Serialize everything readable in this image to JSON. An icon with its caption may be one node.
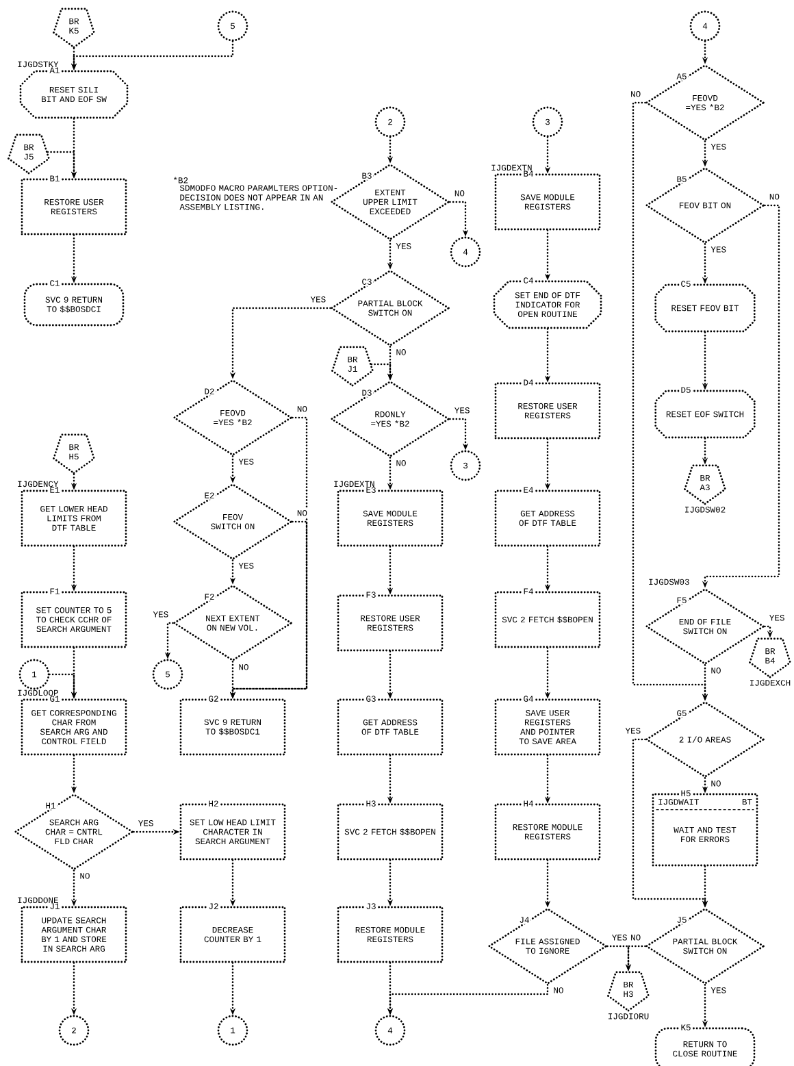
{
  "diagram": {
    "nodes": [
      {
        "text": [
          "BR",
          "K5"
        ]
      },
      {
        "text": [
          "5"
        ]
      },
      {
        "text": [
          "4"
        ]
      },
      {
        "text": [
          "A1",
          "RESET SILI BIT AND EOF SW"
        ],
        "beside": [
          "IJGDSTKY"
        ]
      },
      {
        "text": [
          "A5",
          "FEOVD =YES *B2"
        ]
      },
      {
        "text": [
          "BR",
          "J5"
        ]
      },
      {
        "text": [
          "B1",
          "RESTORE USER REGISTERS"
        ]
      },
      {
        "text": [
          "2"
        ]
      },
      {
        "text": [
          "3"
        ]
      },
      {
        "text": [
          "B3",
          "EXTENT UPPER LIMIT EXCEEDED"
        ]
      },
      {
        "text": [
          "B4",
          "SAVE MODULE REGISTERS"
        ],
        "beside": [
          "IJGDEXTN"
        ]
      },
      {
        "text": [
          "B5",
          "FEOV BIT ON"
        ]
      },
      {
        "text": [
          "4"
        ]
      },
      {
        "text": [
          "C1",
          "SVC 9 RETURN TO $$BOSDCI"
        ]
      },
      {
        "text": [
          "C3",
          "PARTIAL BLOCK SWITCH ON"
        ]
      },
      {
        "text": [
          "C4",
          "SET END OF DTF INDICATOR FOR OPEN ROUTINE"
        ]
      },
      {
        "text": [
          "C5",
          "RESET FEOV BIT"
        ]
      },
      {
        "text": [
          "BR",
          "J1"
        ]
      },
      {
        "text": [
          "D2",
          "FEOVD =YES *B2"
        ]
      },
      {
        "text": [
          "D3",
          "RDONLY =YES *B2"
        ]
      },
      {
        "text": [
          "D4",
          "RESTORE USER REGISTERS"
        ]
      },
      {
        "text": [
          "D5",
          "RESET EOF SWITCH"
        ]
      },
      {
        "text": [
          "BR",
          "H5"
        ]
      },
      {
        "text": [
          "3"
        ]
      },
      {
        "text": [
          "BR",
          "A3"
        ],
        "beside": [
          "IJGDSW02"
        ]
      },
      {
        "text": [
          "E1",
          "GET LOWER HEAD LIMITS FROM DTF TABLE"
        ],
        "beside": [
          "IJGDENCY"
        ]
      },
      {
        "text": [
          "E2",
          "FEOV SWITCH ON"
        ]
      },
      {
        "text": [
          "E3",
          "SAVE MODULE REGISTERS"
        ],
        "beside": [
          "IJGDEXTN"
        ]
      },
      {
        "text": [
          "E4",
          "GET ADDRESS OF DTF TABLE"
        ]
      },
      {
        "text": [
          "F1",
          "SET COUNTER TO 5 TO CHECK CCHR OF SEARCH ARGUMENT"
        ]
      },
      {
        "text": [
          "F2",
          "NEXT EXTENT ON NEW VOL."
        ]
      },
      {
        "text": [
          "F3",
          "RESTORE USER REGISTERS"
        ]
      },
      {
        "text": [
          "F4",
          "SVC 2 FETCH $$BOPEN"
        ]
      },
      {
        "text": [
          "F5",
          "END OF FILE SWITCH ON"
        ],
        "beside": [
          "IJGDSW03"
        ]
      },
      {
        "text": [
          "1"
        ]
      },
      {
        "text": [
          "5"
        ]
      },
      {
        "text": [
          "BR",
          "B4"
        ],
        "beside": [
          "IJGDEXCH"
        ]
      },
      {
        "text": [
          "G1",
          "GET CORRESPONDING CHAR FROM SEARCH ARG AND CONTROL FIELD"
        ],
        "beside": [
          "IJGDLOOP"
        ]
      },
      {
        "text": [
          "G2",
          "SVC 9 RETURN TO $$BOSDC1"
        ]
      },
      {
        "text": [
          "G3",
          "GET ADDRESS OF DTF TABLE"
        ]
      },
      {
        "text": [
          "G4",
          "SAVE USER REGISTERS AND POINTER TO SAVE AREA"
        ]
      },
      {
        "text": [
          "G5",
          "2 I/O AREAS"
        ]
      },
      {
        "text": [
          "H1",
          "SEARCH ARG CHAR = CNTRL FLD CHAR"
        ]
      },
      {
        "text": [
          "H2",
          "SET LOW HEAD LIMIT CHARACTER IN SEARCH ARGUMENT"
        ]
      },
      {
        "text": [
          "H3",
          "SVC 2 FETCH $$BOPEN"
        ]
      },
      {
        "text": [
          "H4",
          "RESTORE MODULE REGISTERS"
        ]
      },
      {
        "text": [
          "H5",
          "IJGDWAIT",
          "BT",
          "WAIT AND TEST FOR ERRORS"
        ]
      },
      {
        "text": [
          "J1",
          "UPDATE SEARCH ARGUMENT CHAR BY 1 AND STORE IN SEARCH ARG"
        ],
        "beside": [
          "IJGDDONE"
        ]
      },
      {
        "text": [
          "J2",
          "DECREASE COUNTER BY 1"
        ]
      },
      {
        "text": [
          "J3",
          "RESTORE MODULE REGISTERS"
        ]
      },
      {
        "text": [
          "J4",
          "FILE ASSIGNED TO IGNORE"
        ]
      },
      {
        "text": [
          "J5",
          "PARTIAL BLOCK SWITCH ON"
        ]
      },
      {
        "text": [
          "BR",
          "H3"
        ],
        "beside": [
          "IJGDIORU"
        ]
      },
      {
        "text": [
          "2"
        ]
      },
      {
        "text": [
          "1"
        ]
      },
      {
        "text": [
          "4"
        ]
      },
      {
        "text": [
          "K5",
          "RETURN TO CLOSE ROUTINE"
        ]
      }
    ],
    "edges": [
      {
        "from": 0,
        "to": 3,
        "arrow": "to"
      },
      {
        "from": 1,
        "to": 3,
        "arrow": "to"
      },
      {
        "from": 3,
        "to": 6,
        "arrow": "to"
      },
      {
        "from": 5,
        "to": 6,
        "arrow": "to"
      },
      {
        "from": 6,
        "to": 13,
        "arrow": "to"
      },
      {
        "from": 2,
        "to": 4,
        "arrow": "to"
      },
      {
        "from": 4,
        "to": 11,
        "arrow": "to",
        "label": "YES"
      },
      {
        "from": 4,
        "to": 41,
        "arrow": "to",
        "label": "NO"
      },
      {
        "from": 11,
        "to": 33,
        "arrow": "to",
        "label": "NO"
      },
      {
        "from": 11,
        "to": 16,
        "arrow": "to",
        "label": "YES"
      },
      {
        "from": 16,
        "to": 21,
        "arrow": "to"
      },
      {
        "from": 21,
        "to": 24,
        "arrow": "to"
      },
      {
        "from": 33,
        "to": 36,
        "arrow": "to",
        "label": "YES"
      },
      {
        "from": 33,
        "to": 41,
        "arrow": "to",
        "label": "NO"
      },
      {
        "from": 41,
        "to": 51,
        "arrow": "to",
        "label": "YES"
      },
      {
        "from": 41,
        "to": 46,
        "arrow": "to",
        "label": "NO"
      },
      {
        "from": 46,
        "to": 51,
        "arrow": "to"
      },
      {
        "from": 51,
        "to": 56,
        "arrow": "to",
        "label": "YES"
      },
      {
        "from": 50,
        "to": 52,
        "arrow": "to",
        "label": "YES"
      },
      {
        "from": 51,
        "to": 52,
        "arrow": "to",
        "label": "NO"
      },
      {
        "from": 50,
        "to": 55,
        "arrow": "to",
        "label": "NO"
      },
      {
        "from": 49,
        "to": 55,
        "arrow": "to"
      },
      {
        "from": 45,
        "to": 50,
        "arrow": "to"
      },
      {
        "from": 40,
        "to": 45,
        "arrow": "to"
      },
      {
        "from": 32,
        "to": 40,
        "arrow": "to"
      },
      {
        "from": 28,
        "to": 32,
        "arrow": "to"
      },
      {
        "from": 20,
        "to": 28,
        "arrow": "to"
      },
      {
        "from": 15,
        "to": 20,
        "arrow": "to"
      },
      {
        "from": 10,
        "to": 15,
        "arrow": "to"
      },
      {
        "from": 8,
        "to": 10,
        "arrow": "to"
      },
      {
        "from": 7,
        "to": 9,
        "arrow": "to"
      },
      {
        "from": 9,
        "to": 12,
        "arrow": "to",
        "label": "NO"
      },
      {
        "from": 9,
        "to": 14,
        "arrow": "to",
        "label": "YES"
      },
      {
        "from": 14,
        "to": 18,
        "arrow": "to",
        "label": "YES"
      },
      {
        "from": 14,
        "to": 19,
        "arrow": "to",
        "label": "NO"
      },
      {
        "from": 17,
        "to": 19,
        "arrow": "to"
      },
      {
        "from": 19,
        "to": 23,
        "arrow": "to",
        "label": "YES"
      },
      {
        "from": 19,
        "to": 27,
        "arrow": "to",
        "label": "NO"
      },
      {
        "from": 27,
        "to": 31,
        "arrow": "to"
      },
      {
        "from": 31,
        "to": 39,
        "arrow": "to"
      },
      {
        "from": 39,
        "to": 44,
        "arrow": "to"
      },
      {
        "from": 44,
        "to": 49,
        "arrow": "to"
      },
      {
        "from": 18,
        "to": 26,
        "arrow": "to",
        "label": "YES"
      },
      {
        "from": 18,
        "to": 38,
        "arrow": "to",
        "label": "NO"
      },
      {
        "from": 26,
        "to": 38,
        "arrow": "to",
        "label": "NO"
      },
      {
        "from": 26,
        "to": 30,
        "arrow": "to",
        "label": "YES"
      },
      {
        "from": 30,
        "to": 35,
        "arrow": "to",
        "label": "YES"
      },
      {
        "from": 30,
        "to": 38,
        "arrow": "to",
        "label": "NO"
      },
      {
        "from": 43,
        "to": 48,
        "arrow": "to"
      },
      {
        "from": 48,
        "to": 54,
        "arrow": "to"
      },
      {
        "from": 22,
        "to": 25,
        "arrow": "to"
      },
      {
        "from": 25,
        "to": 29,
        "arrow": "to"
      },
      {
        "from": 29,
        "to": 37,
        "arrow": "to"
      },
      {
        "from": 34,
        "to": 37,
        "arrow": "to"
      },
      {
        "from": 37,
        "to": 42,
        "arrow": "to"
      },
      {
        "from": 42,
        "to": 43,
        "arrow": "to",
        "label": "YES"
      },
      {
        "from": 42,
        "to": 47,
        "arrow": "to",
        "label": "NO"
      },
      {
        "from": 47,
        "to": 53,
        "arrow": "to"
      }
    ],
    "labels": [
      "*B2",
      "SDMODFO MACRO PARAMLTERS OPTION-DECISION DOES NOT APPEAR IN AN ASSEMBLY LISTING."
    ]
  }
}
